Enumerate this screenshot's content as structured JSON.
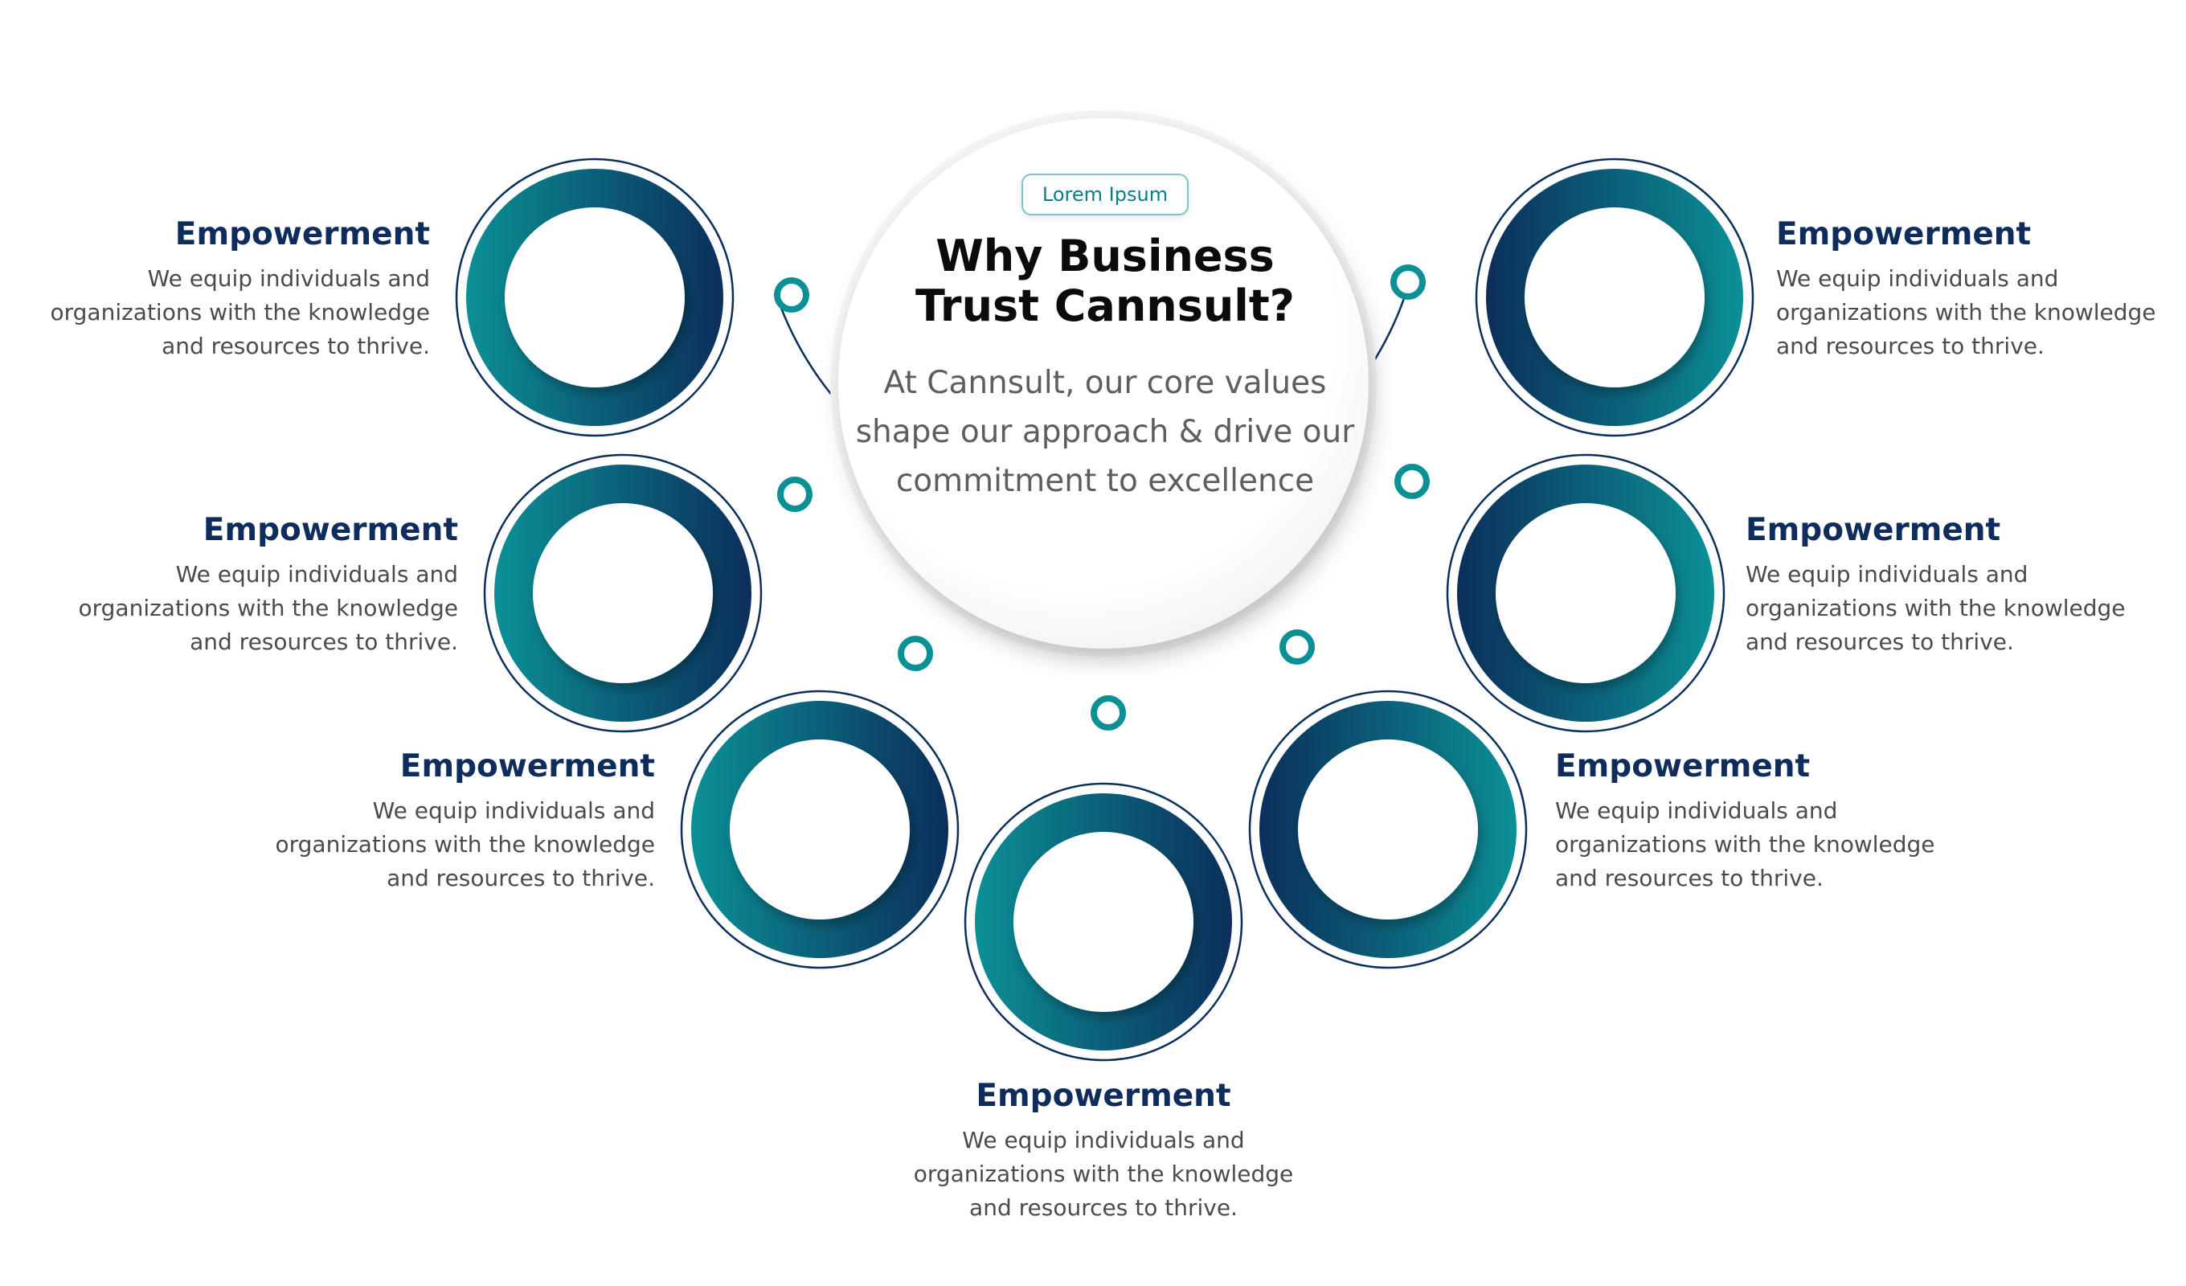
{
  "hub": {
    "badge": "Lorem Ipsum",
    "title_line1": "Why Business",
    "title_line2": "Trust Cannsult?",
    "description": "At Cannsult, our core values shape our approach & drive our commitment to excellence"
  },
  "items": [
    {
      "title": "Empowerment",
      "text": "We equip individuals and organizations with the knowledge and resources to thrive."
    },
    {
      "title": "Empowerment",
      "text": "We equip individuals and organizations with the knowledge and resources to thrive."
    },
    {
      "title": "Empowerment",
      "text": "We equip individuals and organizations with the knowledge and resources to thrive."
    },
    {
      "title": "Empowerment",
      "text": "We equip individuals and organizations with the knowledge and resources to thrive."
    },
    {
      "title": "Empowerment",
      "text": "We equip individuals and organizations with the knowledge and resources to thrive."
    },
    {
      "title": "Empowerment",
      "text": "We equip individuals and organizations with the knowledge and resources to thrive."
    },
    {
      "title": "Empowerment",
      "text": "We equip individuals and organizations with the knowledge and resources to thrive."
    }
  ],
  "colors": {
    "teal": "#0b9096",
    "navy": "#0b2f5b",
    "title_navy": "#0f2d5c",
    "body_text": "#4b4b4b"
  }
}
